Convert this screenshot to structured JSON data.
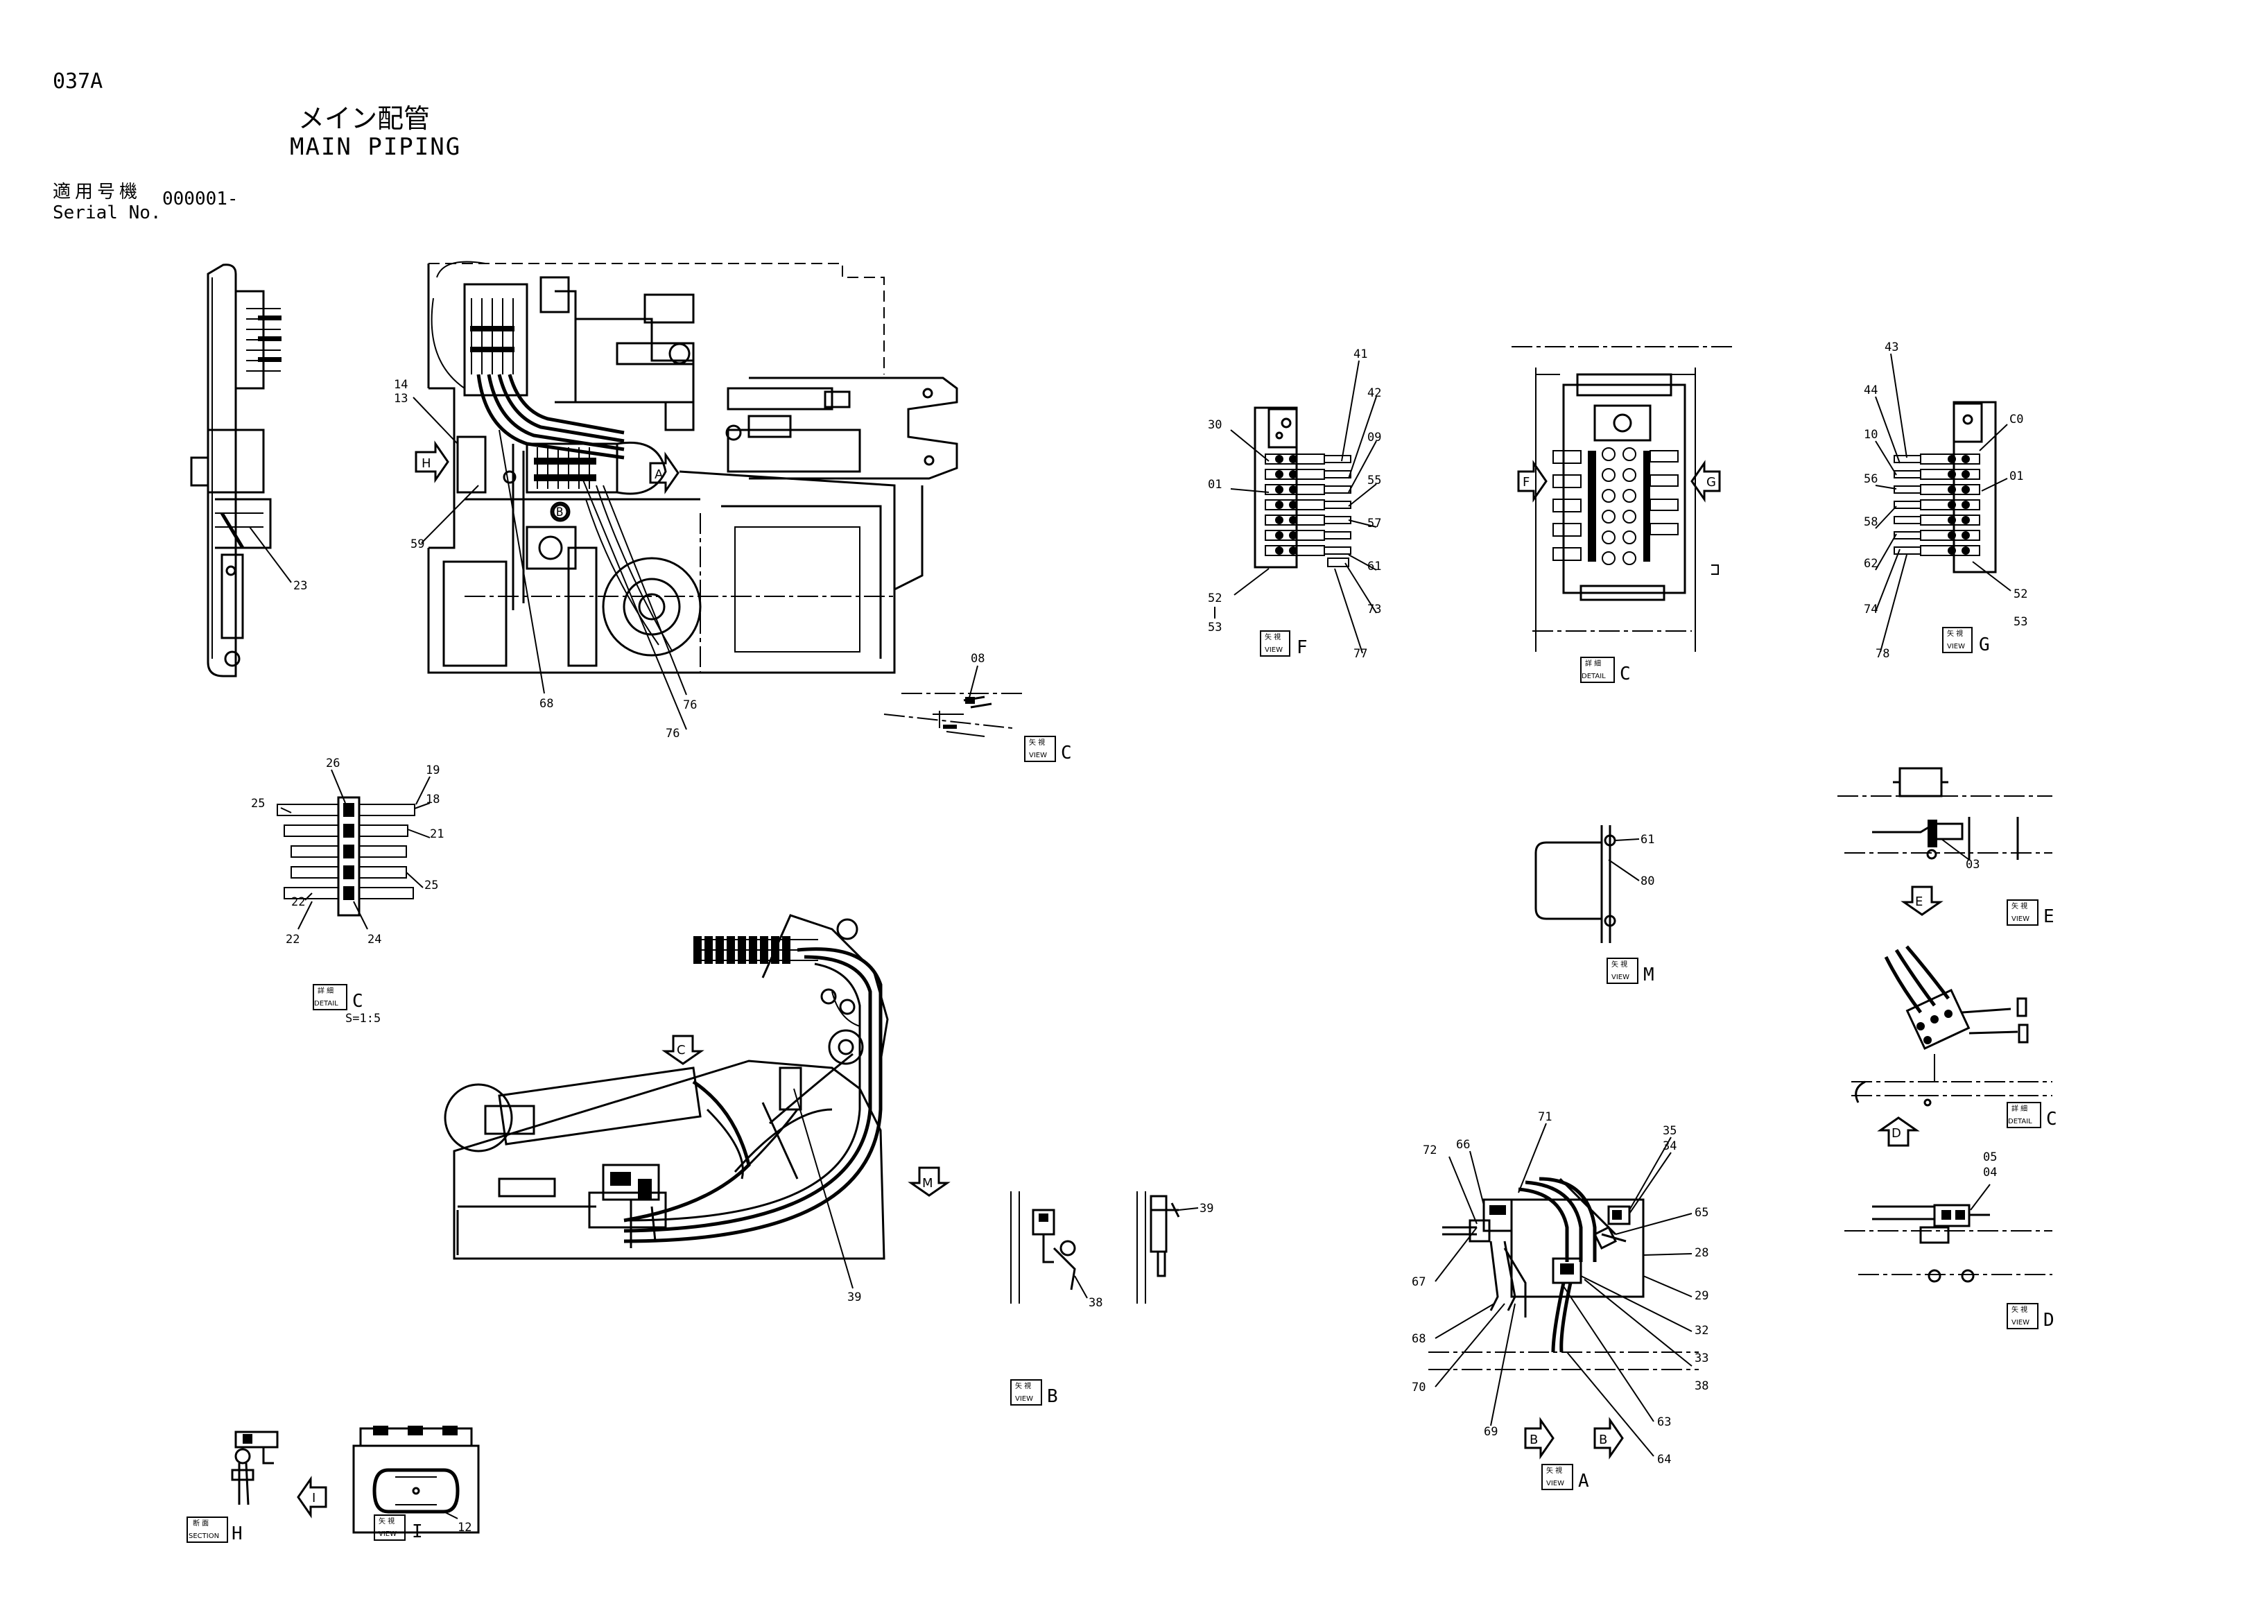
{
  "header": {
    "page_code": "037A",
    "title_jp": "メイン配管",
    "title_en": "MAIN PIPING",
    "serial_label_jp": "適用号機",
    "serial_label_en": "Serial No.",
    "serial_value": "000001-"
  },
  "view_boxes": {
    "view_f": {
      "type": "VIEW",
      "letter": "F",
      "small": "矢 視"
    },
    "detail_c_top": {
      "type": "DETAIL",
      "letter": "C",
      "small": "詳 細"
    },
    "view_g": {
      "type": "VIEW",
      "letter": "G",
      "small": "矢 視"
    },
    "view_c": {
      "type": "VIEW",
      "letter": "C",
      "small": "矢 視"
    },
    "detail_c_left": {
      "type": "DETAIL",
      "letter": "C",
      "small": "詳 細"
    },
    "view_m": {
      "type": "VIEW",
      "letter": "M",
      "small": "矢 視"
    },
    "view_e": {
      "type": "VIEW",
      "letter": "E",
      "small": "矢 視"
    },
    "detail_c_right": {
      "type": "DETAIL",
      "letter": "C",
      "small": "詳 細"
    },
    "view_d": {
      "type": "VIEW",
      "letter": "D",
      "small": "矢 視"
    },
    "view_b": {
      "type": "VIEW",
      "letter": "B",
      "small": "矢 視"
    },
    "view_a": {
      "type": "VIEW",
      "letter": "A",
      "small": "矢 視"
    },
    "section_h": {
      "type": "SECTION",
      "letter": "H",
      "small": "断 面"
    },
    "view_i": {
      "type": "VIEW",
      "letter": "I",
      "small": "矢 視"
    }
  },
  "scale_note": "S=1:5",
  "direction_arrows": {
    "h": "H",
    "a_main": "A",
    "b_main": "B",
    "f": "F",
    "g": "G",
    "c_boom": "C",
    "m": "M",
    "e": "E",
    "d": "D",
    "b1": "B",
    "b2": "B",
    "i": "I"
  },
  "callouts": {
    "c14": "14",
    "c13": "13",
    "c59": "59",
    "c23": "23",
    "c68": "68",
    "c76a": "76",
    "c76b": "76",
    "f30": "30",
    "f01": "01",
    "f52": "52",
    "f53": "53",
    "f41": "41",
    "f42": "42",
    "f09": "09",
    "f55": "55",
    "f57": "57",
    "f61": "61",
    "f73": "73",
    "f77": "77",
    "g43": "43",
    "g44": "44",
    "g10": "10",
    "g56": "56",
    "g58": "58",
    "g62": "62",
    "g74": "74",
    "g78": "78",
    "gC0": "C0",
    "g01": "01",
    "g52": "52",
    "g53": "53",
    "c08": "08",
    "d26": "26",
    "d19": "19",
    "d18": "18",
    "d25a": "25",
    "d21": "21",
    "d25b": "25",
    "d22a": "22",
    "d22b": "22",
    "d24": "24",
    "m61": "61",
    "m80": "80",
    "e03": "03",
    "b39a": "39",
    "b39b": "39",
    "b38": "38",
    "a66": "66",
    "a71": "71",
    "a35": "35",
    "a34": "34",
    "a72": "72",
    "a65": "65",
    "a67": "67",
    "a28": "28",
    "a29": "29",
    "a68": "68",
    "a32": "32",
    "a33": "33",
    "a38": "38",
    "a70": "70",
    "a63": "63",
    "a69": "69",
    "a64": "64",
    "dd05": "05",
    "dd04": "04",
    "i12": "12"
  }
}
